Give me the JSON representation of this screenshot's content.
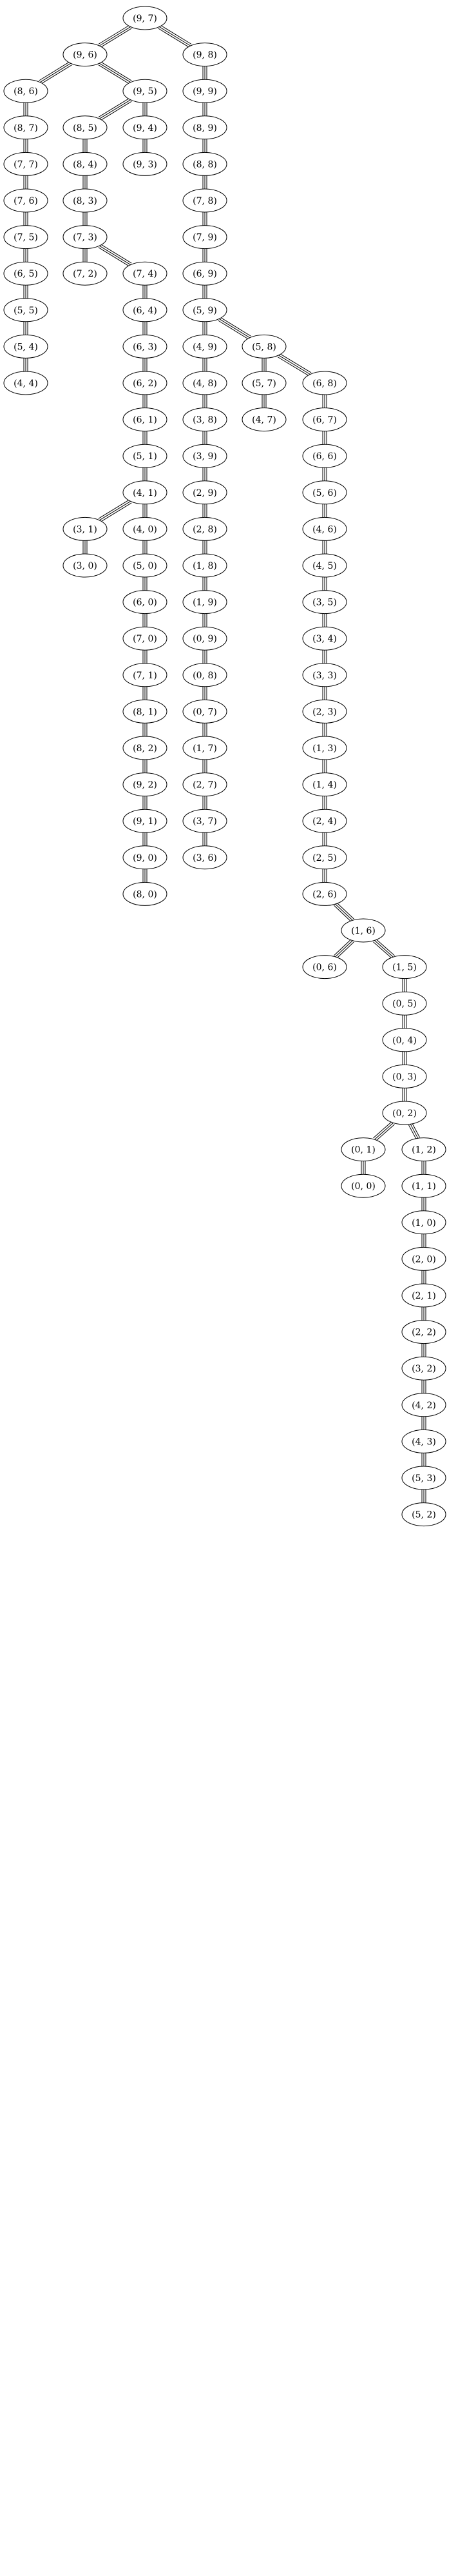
{
  "graph": {
    "nodes": [
      {
        "id": "n_9_7",
        "label": "(9, 7)"
      },
      {
        "id": "n_9_6",
        "label": "(9, 6)"
      },
      {
        "id": "n_9_8",
        "label": "(9, 8)"
      },
      {
        "id": "n_8_6",
        "label": "(8, 6)"
      },
      {
        "id": "n_9_5",
        "label": "(9, 5)"
      },
      {
        "id": "n_9_9",
        "label": "(9, 9)"
      },
      {
        "id": "n_8_7",
        "label": "(8, 7)"
      },
      {
        "id": "n_8_5",
        "label": "(8, 5)"
      },
      {
        "id": "n_9_4",
        "label": "(9, 4)"
      },
      {
        "id": "n_8_9",
        "label": "(8, 9)"
      },
      {
        "id": "n_7_7",
        "label": "(7, 7)"
      },
      {
        "id": "n_8_4",
        "label": "(8, 4)"
      },
      {
        "id": "n_9_3",
        "label": "(9, 3)"
      },
      {
        "id": "n_8_8",
        "label": "(8, 8)"
      },
      {
        "id": "n_7_6",
        "label": "(7, 6)"
      },
      {
        "id": "n_8_3",
        "label": "(8, 3)"
      },
      {
        "id": "n_7_8",
        "label": "(7, 8)"
      },
      {
        "id": "n_7_5",
        "label": "(7, 5)"
      },
      {
        "id": "n_7_3",
        "label": "(7, 3)"
      },
      {
        "id": "n_7_9",
        "label": "(7, 9)"
      },
      {
        "id": "n_6_5",
        "label": "(6, 5)"
      },
      {
        "id": "n_7_2",
        "label": "(7, 2)"
      },
      {
        "id": "n_7_4",
        "label": "(7, 4)"
      },
      {
        "id": "n_6_9",
        "label": "(6, 9)"
      },
      {
        "id": "n_5_5",
        "label": "(5, 5)"
      },
      {
        "id": "n_6_4",
        "label": "(6, 4)"
      },
      {
        "id": "n_5_9",
        "label": "(5, 9)"
      },
      {
        "id": "n_5_4",
        "label": "(5, 4)"
      },
      {
        "id": "n_6_3",
        "label": "(6, 3)"
      },
      {
        "id": "n_4_9",
        "label": "(4, 9)"
      },
      {
        "id": "n_5_8",
        "label": "(5, 8)"
      },
      {
        "id": "n_4_4",
        "label": "(4, 4)"
      },
      {
        "id": "n_6_2",
        "label": "(6, 2)"
      },
      {
        "id": "n_4_8",
        "label": "(4, 8)"
      },
      {
        "id": "n_5_7",
        "label": "(5, 7)"
      },
      {
        "id": "n_6_8",
        "label": "(6, 8)"
      },
      {
        "id": "n_6_1",
        "label": "(6, 1)"
      },
      {
        "id": "n_3_8",
        "label": "(3, 8)"
      },
      {
        "id": "n_4_7",
        "label": "(4, 7)"
      },
      {
        "id": "n_6_7",
        "label": "(6, 7)"
      },
      {
        "id": "n_5_1",
        "label": "(5, 1)"
      },
      {
        "id": "n_3_9",
        "label": "(3, 9)"
      },
      {
        "id": "n_6_6",
        "label": "(6, 6)"
      },
      {
        "id": "n_4_1",
        "label": "(4, 1)"
      },
      {
        "id": "n_2_9",
        "label": "(2, 9)"
      },
      {
        "id": "n_5_6",
        "label": "(5, 6)"
      },
      {
        "id": "n_3_1",
        "label": "(3, 1)"
      },
      {
        "id": "n_4_0",
        "label": "(4, 0)"
      },
      {
        "id": "n_2_8",
        "label": "(2, 8)"
      },
      {
        "id": "n_4_6",
        "label": "(4, 6)"
      },
      {
        "id": "n_3_0",
        "label": "(3, 0)"
      },
      {
        "id": "n_5_0",
        "label": "(5, 0)"
      },
      {
        "id": "n_1_8",
        "label": "(1, 8)"
      },
      {
        "id": "n_4_5",
        "label": "(4, 5)"
      },
      {
        "id": "n_6_0",
        "label": "(6, 0)"
      },
      {
        "id": "n_1_9",
        "label": "(1, 9)"
      },
      {
        "id": "n_3_5",
        "label": "(3, 5)"
      },
      {
        "id": "n_7_0",
        "label": "(7, 0)"
      },
      {
        "id": "n_0_9",
        "label": "(0, 9)"
      },
      {
        "id": "n_3_4",
        "label": "(3, 4)"
      },
      {
        "id": "n_7_1",
        "label": "(7, 1)"
      },
      {
        "id": "n_0_8",
        "label": "(0, 8)"
      },
      {
        "id": "n_3_3",
        "label": "(3, 3)"
      },
      {
        "id": "n_8_1",
        "label": "(8, 1)"
      },
      {
        "id": "n_0_7",
        "label": "(0, 7)"
      },
      {
        "id": "n_2_3",
        "label": "(2, 3)"
      },
      {
        "id": "n_8_2",
        "label": "(8, 2)"
      },
      {
        "id": "n_1_7",
        "label": "(1, 7)"
      },
      {
        "id": "n_1_3",
        "label": "(1, 3)"
      },
      {
        "id": "n_9_2",
        "label": "(9, 2)"
      },
      {
        "id": "n_2_7",
        "label": "(2, 7)"
      },
      {
        "id": "n_1_4",
        "label": "(1, 4)"
      },
      {
        "id": "n_9_1",
        "label": "(9, 1)"
      },
      {
        "id": "n_3_7",
        "label": "(3, 7)"
      },
      {
        "id": "n_2_4",
        "label": "(2, 4)"
      },
      {
        "id": "n_9_0",
        "label": "(9, 0)"
      },
      {
        "id": "n_3_6",
        "label": "(3, 6)"
      },
      {
        "id": "n_2_5",
        "label": "(2, 5)"
      },
      {
        "id": "n_8_0",
        "label": "(8, 0)"
      },
      {
        "id": "n_2_6",
        "label": "(2, 6)"
      },
      {
        "id": "n_1_6",
        "label": "(1, 6)"
      },
      {
        "id": "n_0_6",
        "label": "(0, 6)"
      },
      {
        "id": "n_1_5",
        "label": "(1, 5)"
      },
      {
        "id": "n_0_5",
        "label": "(0, 5)"
      },
      {
        "id": "n_0_4",
        "label": "(0, 4)"
      },
      {
        "id": "n_0_3",
        "label": "(0, 3)"
      },
      {
        "id": "n_0_2",
        "label": "(0, 2)"
      },
      {
        "id": "n_0_1",
        "label": "(0, 1)"
      },
      {
        "id": "n_1_2",
        "label": "(1, 2)"
      },
      {
        "id": "n_0_0",
        "label": "(0, 0)"
      },
      {
        "id": "n_1_1",
        "label": "(1, 1)"
      },
      {
        "id": "n_1_0",
        "label": "(1, 0)"
      },
      {
        "id": "n_2_0",
        "label": "(2, 0)"
      },
      {
        "id": "n_2_1",
        "label": "(2, 1)"
      },
      {
        "id": "n_2_2",
        "label": "(2, 2)"
      },
      {
        "id": "n_3_2",
        "label": "(3, 2)"
      },
      {
        "id": "n_4_2",
        "label": "(4, 2)"
      },
      {
        "id": "n_4_3",
        "label": "(4, 3)"
      },
      {
        "id": "n_5_3",
        "label": "(5, 3)"
      },
      {
        "id": "n_5_2",
        "label": "(5, 2)"
      }
    ],
    "edges": [
      [
        "n_9_7",
        "n_9_6"
      ],
      [
        "n_9_7",
        "n_9_8"
      ],
      [
        "n_9_6",
        "n_8_6"
      ],
      [
        "n_9_6",
        "n_9_5"
      ],
      [
        "n_9_8",
        "n_9_9"
      ],
      [
        "n_8_6",
        "n_8_7"
      ],
      [
        "n_9_5",
        "n_8_5"
      ],
      [
        "n_9_5",
        "n_9_4"
      ],
      [
        "n_9_9",
        "n_8_9"
      ],
      [
        "n_8_7",
        "n_7_7"
      ],
      [
        "n_8_5",
        "n_8_4"
      ],
      [
        "n_9_4",
        "n_9_3"
      ],
      [
        "n_8_9",
        "n_8_8"
      ],
      [
        "n_7_7",
        "n_7_6"
      ],
      [
        "n_8_4",
        "n_8_3"
      ],
      [
        "n_8_8",
        "n_7_8"
      ],
      [
        "n_7_6",
        "n_7_5"
      ],
      [
        "n_8_3",
        "n_7_3"
      ],
      [
        "n_7_8",
        "n_7_9"
      ],
      [
        "n_7_5",
        "n_6_5"
      ],
      [
        "n_7_3",
        "n_7_2"
      ],
      [
        "n_7_3",
        "n_7_4"
      ],
      [
        "n_7_9",
        "n_6_9"
      ],
      [
        "n_6_5",
        "n_5_5"
      ],
      [
        "n_7_4",
        "n_6_4"
      ],
      [
        "n_6_9",
        "n_5_9"
      ],
      [
        "n_5_5",
        "n_5_4"
      ],
      [
        "n_6_4",
        "n_6_3"
      ],
      [
        "n_5_9",
        "n_4_9"
      ],
      [
        "n_5_9",
        "n_5_8"
      ],
      [
        "n_5_4",
        "n_4_4"
      ],
      [
        "n_6_3",
        "n_6_2"
      ],
      [
        "n_4_9",
        "n_4_8"
      ],
      [
        "n_5_8",
        "n_5_7"
      ],
      [
        "n_5_8",
        "n_6_8"
      ],
      [
        "n_6_2",
        "n_6_1"
      ],
      [
        "n_4_8",
        "n_3_8"
      ],
      [
        "n_5_7",
        "n_4_7"
      ],
      [
        "n_6_8",
        "n_6_7"
      ],
      [
        "n_6_1",
        "n_5_1"
      ],
      [
        "n_3_8",
        "n_3_9"
      ],
      [
        "n_6_7",
        "n_6_6"
      ],
      [
        "n_5_1",
        "n_4_1"
      ],
      [
        "n_3_9",
        "n_2_9"
      ],
      [
        "n_6_6",
        "n_5_6"
      ],
      [
        "n_4_1",
        "n_3_1"
      ],
      [
        "n_4_1",
        "n_4_0"
      ],
      [
        "n_2_9",
        "n_2_8"
      ],
      [
        "n_5_6",
        "n_4_6"
      ],
      [
        "n_3_1",
        "n_3_0"
      ],
      [
        "n_4_0",
        "n_5_0"
      ],
      [
        "n_2_8",
        "n_1_8"
      ],
      [
        "n_4_6",
        "n_4_5"
      ],
      [
        "n_5_0",
        "n_6_0"
      ],
      [
        "n_1_8",
        "n_1_9"
      ],
      [
        "n_4_5",
        "n_3_5"
      ],
      [
        "n_6_0",
        "n_7_0"
      ],
      [
        "n_1_9",
        "n_0_9"
      ],
      [
        "n_3_5",
        "n_3_4"
      ],
      [
        "n_7_0",
        "n_7_1"
      ],
      [
        "n_0_9",
        "n_0_8"
      ],
      [
        "n_3_4",
        "n_3_3"
      ],
      [
        "n_7_1",
        "n_8_1"
      ],
      [
        "n_0_8",
        "n_0_7"
      ],
      [
        "n_3_3",
        "n_2_3"
      ],
      [
        "n_8_1",
        "n_8_2"
      ],
      [
        "n_0_7",
        "n_1_7"
      ],
      [
        "n_2_3",
        "n_1_3"
      ],
      [
        "n_8_2",
        "n_9_2"
      ],
      [
        "n_1_7",
        "n_2_7"
      ],
      [
        "n_1_3",
        "n_1_4"
      ],
      [
        "n_9_2",
        "n_9_1"
      ],
      [
        "n_2_7",
        "n_3_7"
      ],
      [
        "n_1_4",
        "n_2_4"
      ],
      [
        "n_9_1",
        "n_9_0"
      ],
      [
        "n_3_7",
        "n_3_6"
      ],
      [
        "n_2_4",
        "n_2_5"
      ],
      [
        "n_9_0",
        "n_8_0"
      ],
      [
        "n_2_5",
        "n_2_6"
      ],
      [
        "n_2_6",
        "n_1_6"
      ],
      [
        "n_1_6",
        "n_0_6"
      ],
      [
        "n_1_6",
        "n_1_5"
      ],
      [
        "n_1_5",
        "n_0_5"
      ],
      [
        "n_0_5",
        "n_0_4"
      ],
      [
        "n_0_4",
        "n_0_3"
      ],
      [
        "n_0_3",
        "n_0_2"
      ],
      [
        "n_0_2",
        "n_0_1"
      ],
      [
        "n_0_2",
        "n_1_2"
      ],
      [
        "n_0_1",
        "n_0_0"
      ],
      [
        "n_1_2",
        "n_1_1"
      ],
      [
        "n_1_1",
        "n_1_0"
      ],
      [
        "n_1_0",
        "n_2_0"
      ],
      [
        "n_2_0",
        "n_2_1"
      ],
      [
        "n_2_1",
        "n_2_2"
      ],
      [
        "n_2_2",
        "n_3_2"
      ],
      [
        "n_3_2",
        "n_4_2"
      ],
      [
        "n_4_2",
        "n_4_3"
      ],
      [
        "n_4_3",
        "n_5_3"
      ],
      [
        "n_5_3",
        "n_5_2"
      ]
    ]
  }
}
